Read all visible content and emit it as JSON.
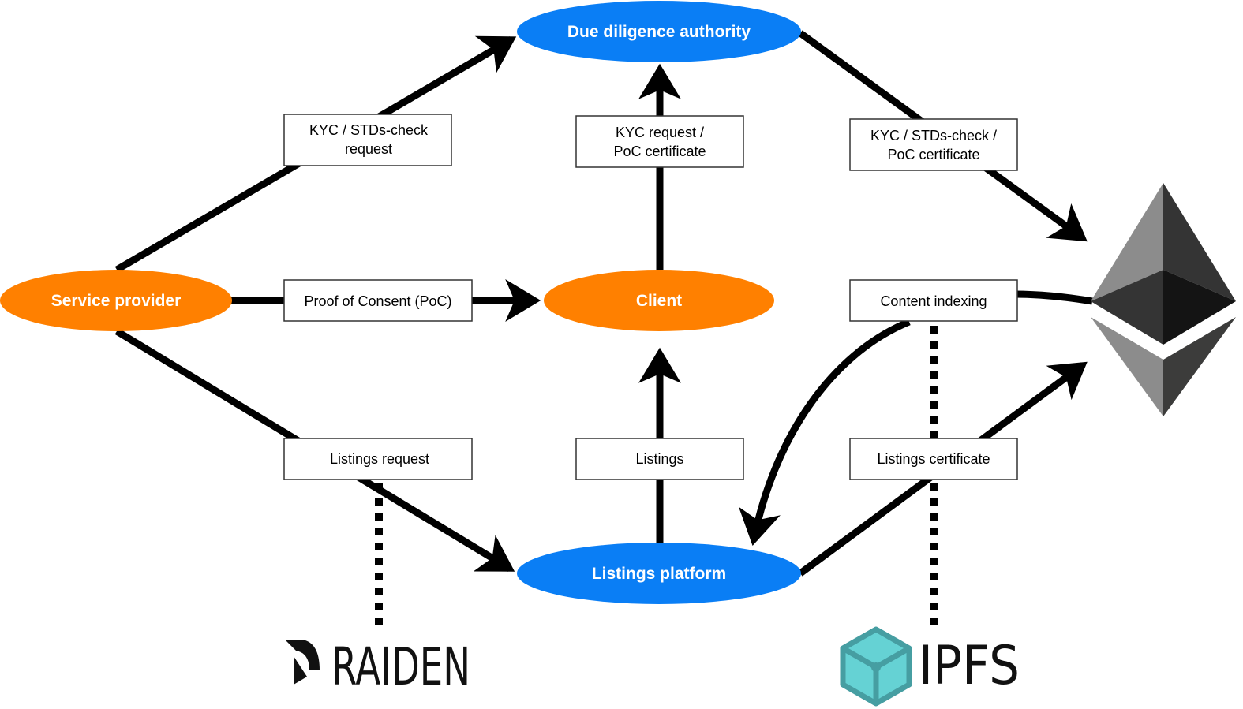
{
  "nodes": {
    "due_diligence": {
      "label": "Due diligence authority",
      "color": "#0a7ef5"
    },
    "service_provider": {
      "label": "Service provider",
      "color": "#ff8000"
    },
    "client": {
      "label": "Client",
      "color": "#ff8000"
    },
    "listings_platform": {
      "label": "Listings platform",
      "color": "#0a7ef5"
    }
  },
  "edge_labels": {
    "kyc_stds_request": [
      "KYC / STDs-check",
      "request"
    ],
    "kyc_poc": [
      "KYC request /",
      "PoC certificate"
    ],
    "kyc_stds_poc_cert": [
      "KYC / STDs-check /",
      "PoC certificate"
    ],
    "proof_of_consent": "Proof of Consent (PoC)",
    "content_indexing": "Content indexing",
    "listings_request": "Listings request",
    "listings": "Listings",
    "listings_certificate": "Listings certificate"
  },
  "logos": {
    "raiden": "RAIDEN",
    "ipfs": "IPFS",
    "ethereum": "ethereum-logo"
  },
  "colors": {
    "ethereum_light": "#8c8c8c",
    "ethereum_mid": "#343434",
    "ethereum_dark": "#141414",
    "ethereum_lower_right": "#3c3c3b",
    "ipfs_fill": "#65d2d4",
    "ipfs_stroke": "#469ea2"
  }
}
